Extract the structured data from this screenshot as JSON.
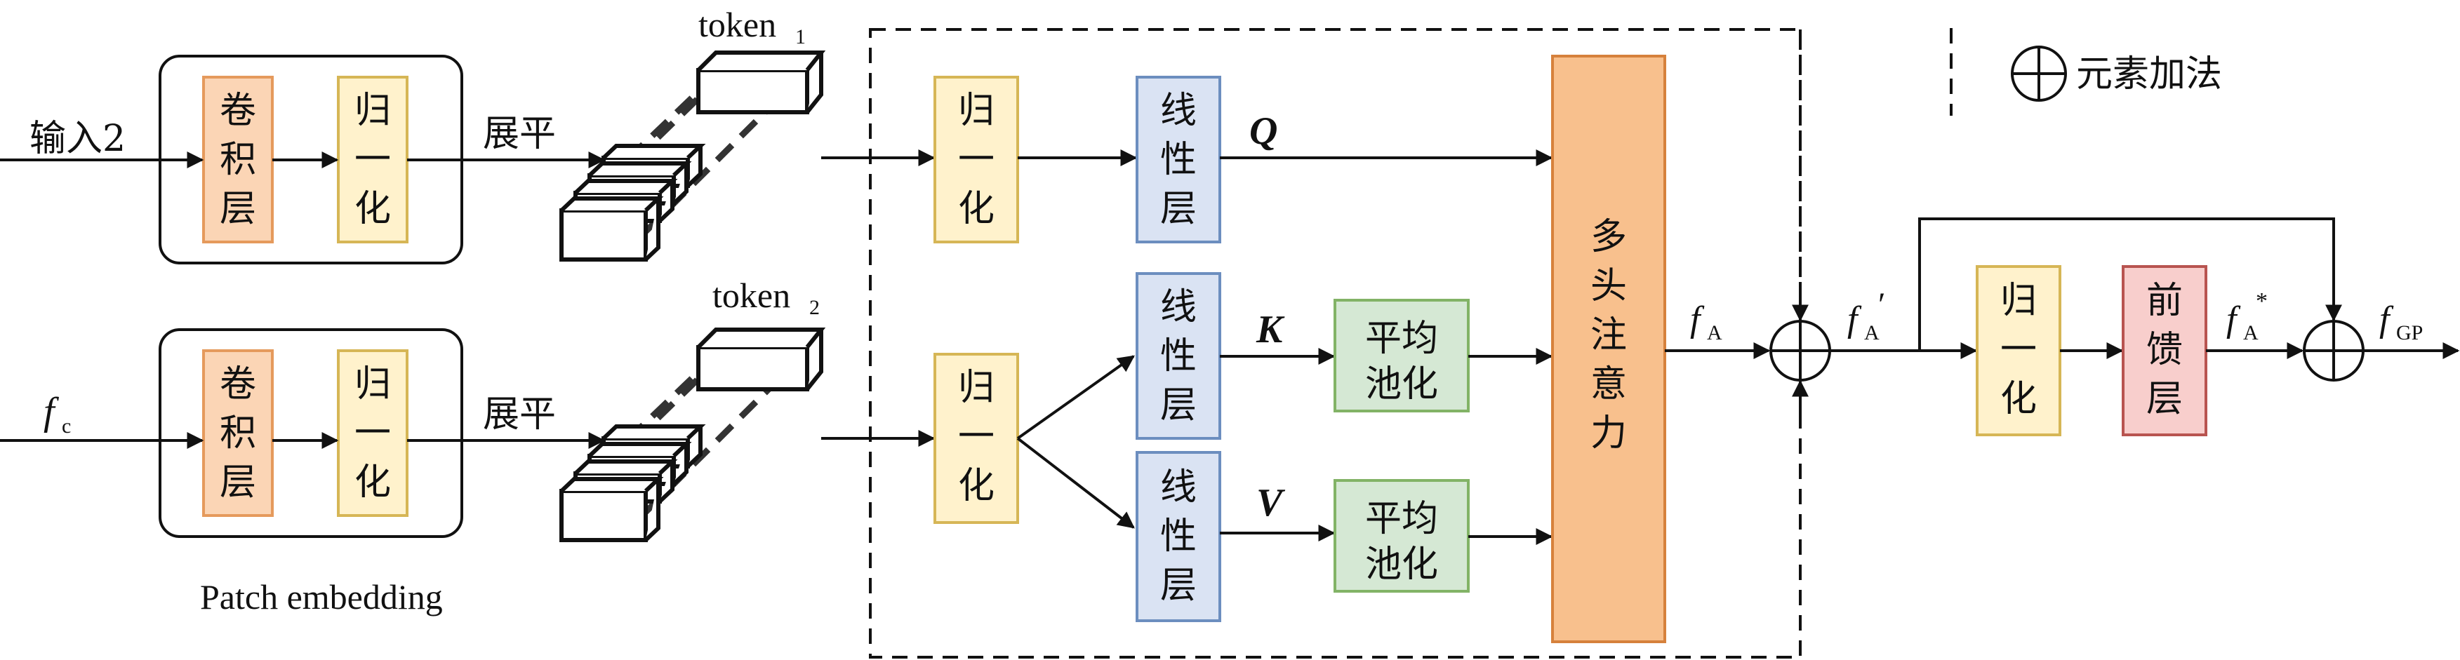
{
  "labels": {
    "input2": "输入2",
    "fc_main": "f",
    "fc_sub": "c",
    "flatten": "展平",
    "token1_main": "token",
    "token1_sub": "1",
    "token2_main": "token",
    "token2_sub": "2",
    "patch_embedding": "Patch embedding",
    "q": "Q",
    "k": "K",
    "v": "V",
    "fA_main": "f",
    "fA_sub": "A",
    "fA_prime_main": "f",
    "fA_prime_sub": "A",
    "fA_star_main": "f",
    "fA_star_sub": "A",
    "fA_star_sup": "*",
    "fGP_main": "f",
    "fGP_sub": "GP",
    "legend_add": "元素加法"
  },
  "blocks": {
    "conv1": [
      "卷",
      "积",
      "层"
    ],
    "norm_a1": [
      "归",
      "一",
      "化"
    ],
    "conv2": [
      "卷",
      "积",
      "层"
    ],
    "norm_a2": [
      "归",
      "一",
      "化"
    ],
    "norm_q": [
      "归",
      "一",
      "化"
    ],
    "linear_q": [
      "线",
      "性",
      "层"
    ],
    "norm_kv": [
      "归",
      "一",
      "化"
    ],
    "linear_k": [
      "线",
      "性",
      "层"
    ],
    "linear_v": [
      "线",
      "性",
      "层"
    ],
    "pool_k": [
      "平均",
      "池化"
    ],
    "pool_v": [
      "平均",
      "池化"
    ],
    "mha": [
      "多",
      "头",
      "注",
      "意",
      "力"
    ],
    "norm_ff": [
      "归",
      "一",
      "化"
    ],
    "ffn": [
      "前",
      "馈",
      "层"
    ]
  },
  "colors": {
    "conv_fill": "#fbd5b5",
    "conv_stroke": "#e59a5c",
    "norm_fill": "#fff2cc",
    "norm_stroke": "#d6b656",
    "linear_fill": "#dae3f3",
    "linear_stroke": "#6c8ebf",
    "pool_fill": "#d5e8d4",
    "pool_stroke": "#82b366",
    "mha_fill": "#f8c08d",
    "mha_stroke": "#d6813c",
    "ffn_fill": "#f8cecc",
    "ffn_stroke": "#b85450"
  }
}
